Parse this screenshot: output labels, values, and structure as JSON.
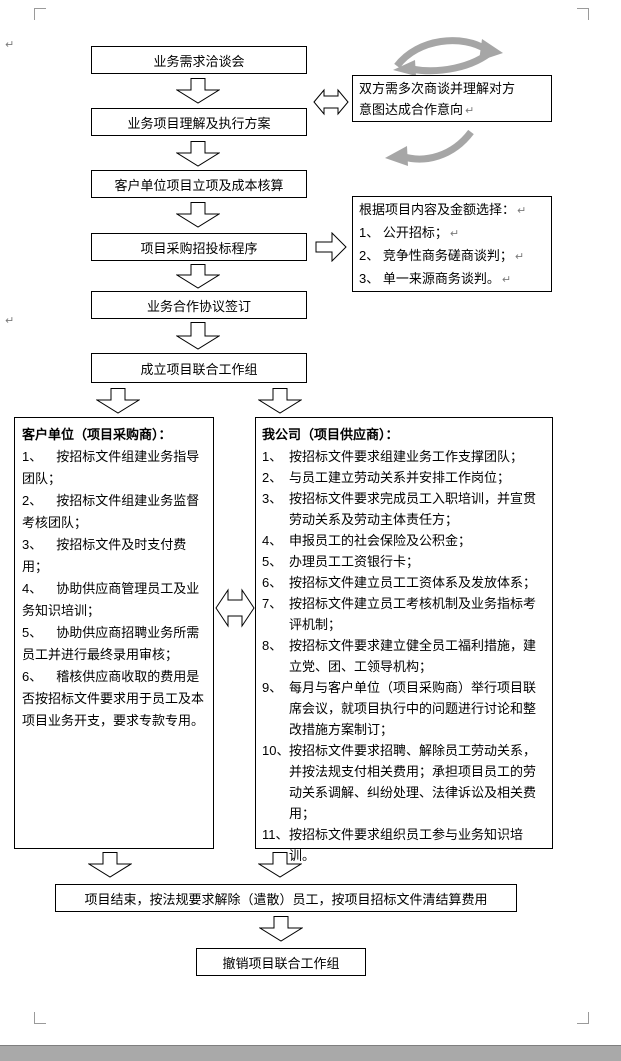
{
  "glyphs": {
    "line_break": "↵"
  },
  "colors": {
    "shape_border": "#000000",
    "cycle_arrow": "#a6a6a6"
  },
  "flow": {
    "box1": "业务需求洽谈会",
    "box2": "业务项目理解及执行方案",
    "box3": "客户单位项目立项及成本核算",
    "box4": "项目采购招投标程序",
    "box5": "业务合作协议签订",
    "box6": "成立项目联合工作组",
    "final_box": "项目结束，按法规要求解除（遣散）员工，按项目招标文件清结算费用",
    "last_box": "撤销项目联合工作组"
  },
  "negotiation_note": {
    "line1": "双方需多次商谈并理解对方",
    "line2": "意图达成合作意向"
  },
  "bidding_note": {
    "title": "根据项目内容及金额选择：",
    "options": [
      "1、 公开招标；",
      "2、 竞争性商务磋商谈判；",
      "3、 单一来源商务谈判。"
    ]
  },
  "client_box": {
    "title": "客户单位（项目采购商）：",
    "items": [
      {
        "num": "1、",
        "text": "按招标文件组建业务指导团队；"
      },
      {
        "num": "2、",
        "text": "按招标文件组建业务监督考核团队；"
      },
      {
        "num": "3、",
        "text": "按招标文件及时支付费用；"
      },
      {
        "num": "4、",
        "text": "协助供应商管理员工及业务知识培训；"
      },
      {
        "num": "5、",
        "text": "协助供应商招聘业务所需员工并进行最终录用审核；"
      },
      {
        "num": "6、",
        "text": "稽核供应商收取的费用是否按招标文件要求用于员工及本项目业务开支，要求专款专用。"
      }
    ]
  },
  "supplier_box": {
    "title": "我公司（项目供应商）：",
    "items": [
      {
        "num": "1、",
        "text": "按招标文件要求组建业务工作支撑团队；"
      },
      {
        "num": "2、",
        "text": "与员工建立劳动关系并安排工作岗位；"
      },
      {
        "num": "3、",
        "text": "按招标文件要求完成员工入职培训，并宣贯劳动关系及劳动主体责任方；"
      },
      {
        "num": "4、",
        "text": "申报员工的社会保险及公积金；"
      },
      {
        "num": "5、",
        "text": "办理员工工资银行卡；"
      },
      {
        "num": "6、",
        "text": "按招标文件建立员工工资体系及发放体系；"
      },
      {
        "num": "7、",
        "text": "按招标文件建立员工考核机制及业务指标考评机制；"
      },
      {
        "num": "8、",
        "text": "按招标文件要求建立健全员工福利措施，建立党、团、工领导机构；"
      },
      {
        "num": "9、",
        "text": "每月与客户单位（项目采购商）举行项目联席会议，就项目执行中的问题进行讨论和整改措施方案制订；"
      },
      {
        "num": "10、",
        "text": "按招标文件要求招聘、解除员工劳动关系，并按法规支付相关费用；承担项目员工的劳动关系调解、纠纷处理、法律诉讼及相关费用；"
      },
      {
        "num": "11、",
        "text": "按招标文件要求组织员工参与业务知识培训。"
      }
    ]
  }
}
